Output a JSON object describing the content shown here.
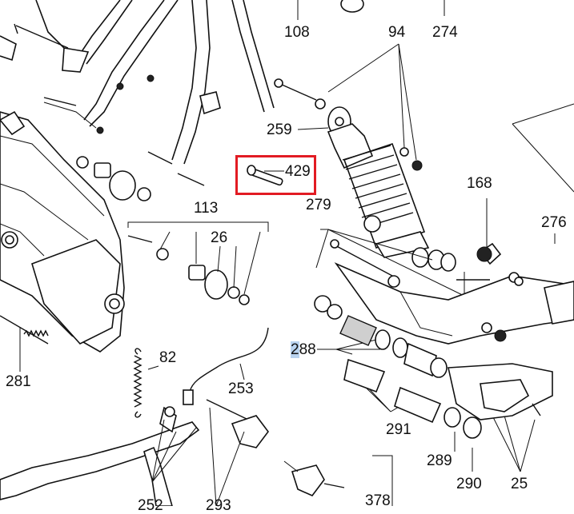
{
  "diagram": {
    "highlight_color": "#e21b23",
    "selection_color": "#b9d3ef",
    "labels": {
      "l108": "108",
      "l94": "94",
      "l274": "274",
      "l259": "259",
      "l429": "429",
      "l168": "168",
      "l276": "276",
      "l279": "279",
      "l113": "113",
      "l26": "26",
      "l288_prefix": "2",
      "l288_rest": "88",
      "l82": "82",
      "l253": "253",
      "l281": "281",
      "l291": "291",
      "l289": "289",
      "l290": "290",
      "l25": "25",
      "l252": "252",
      "l293": "293",
      "l378": "378"
    }
  }
}
